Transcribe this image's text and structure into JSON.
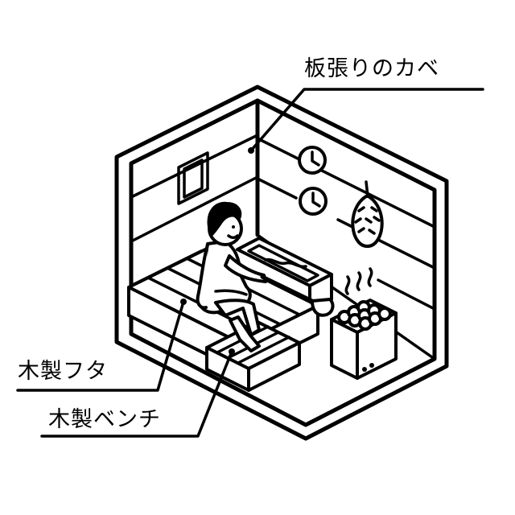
{
  "labels": {
    "wall": "板張りのカベ",
    "lid": "木製フタ",
    "bench": "木製ベンチ"
  },
  "colors": {
    "line": "#000000",
    "background": "#ffffff"
  }
}
